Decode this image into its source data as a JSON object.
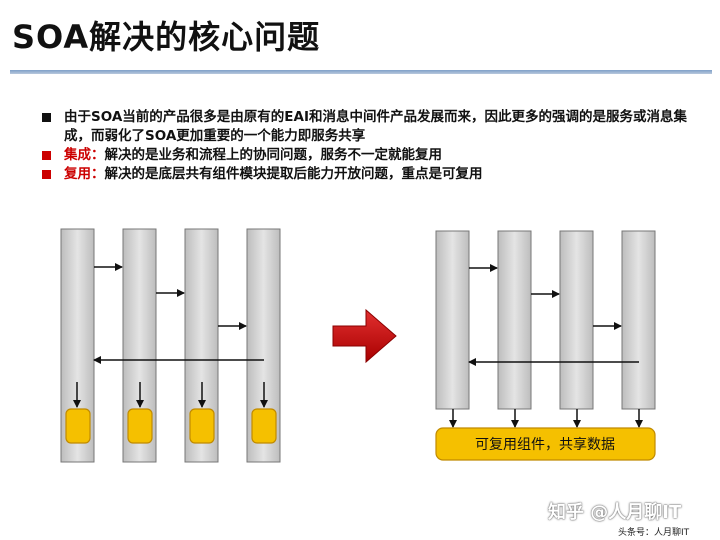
{
  "title": "SOA解决的核心问题",
  "bullets": [
    {
      "term": "",
      "text": "由于SOA当前的产品很多是由原有的EAI和消息中间件产品发展而来，因此更多的强调的是服务或消息集成，而弱化了SOA更加重要的一个能力即服务共享"
    },
    {
      "term": "集成：",
      "text": "解决的是业务和流程上的协同问题，服务不一定就能复用"
    },
    {
      "term": "复用：",
      "text": "解决的是底层共有组件模块提取后能力开放问题，重点是可复用"
    }
  ],
  "right_diagram": {
    "shared_box_label": "可复用组件，共享数据"
  },
  "colors": {
    "column_fill": "#d0d0d0",
    "component_fill": "#f5c000",
    "component_stroke": "#c08a00",
    "arrow_red": "#cc0000",
    "bullet_red": "#cc0000"
  },
  "watermark": "知乎 @人月聊IT",
  "source": "头条号：人月聊IT"
}
